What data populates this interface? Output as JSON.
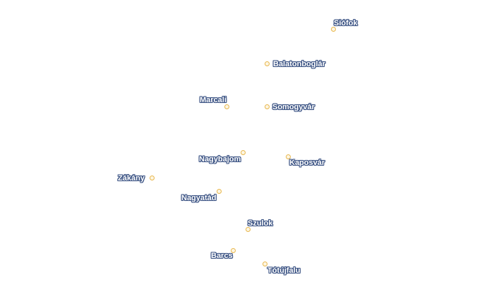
{
  "map": {
    "places": [
      {
        "name": "Siófok"
      },
      {
        "name": "Balatonboglár"
      },
      {
        "name": "Marcali"
      },
      {
        "name": "Somogyvár"
      },
      {
        "name": "Nagybajom"
      },
      {
        "name": "Kaposvár"
      },
      {
        "name": "Zákány"
      },
      {
        "name": "Nagyatád"
      },
      {
        "name": "Szulok"
      },
      {
        "name": "Barcs"
      },
      {
        "name": "Tótújfalu"
      }
    ],
    "colors": {
      "marker_stroke": "#e8b64c",
      "label_halo": "#3a5283",
      "label_text": "#ffffff"
    }
  }
}
